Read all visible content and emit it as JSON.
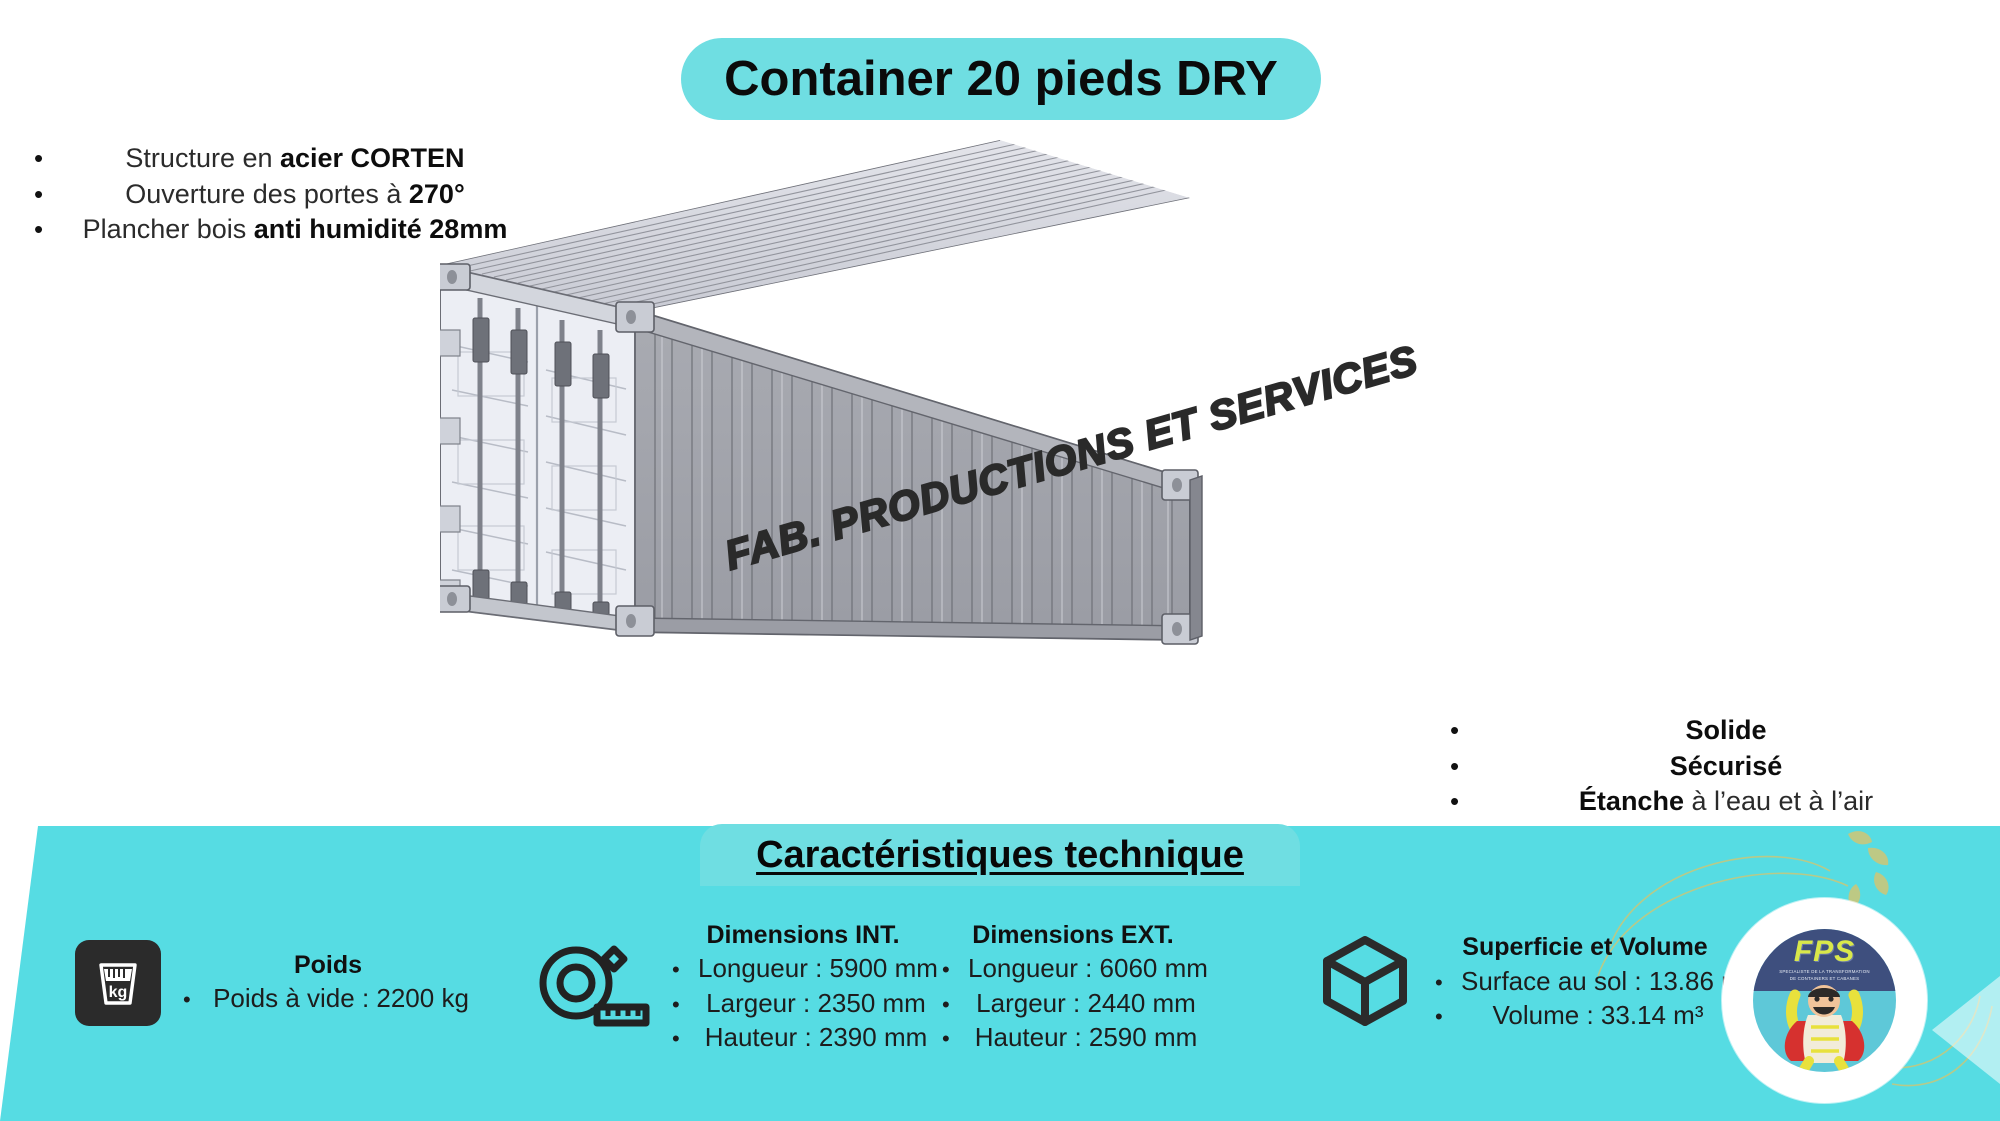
{
  "page": {
    "background_color": "#ffffff",
    "accent_color": "#56dce3",
    "accent_light_color": "#6fdee2",
    "dark_color": "#2b2b2b"
  },
  "title": {
    "text": "Container 20 pieds DRY",
    "pill_color": "#6fdee2"
  },
  "features_left": [
    {
      "bullet": "•",
      "html": "Structure en <b>acier CORTEN</b>",
      "text": "Structure en acier CORTEN"
    },
    {
      "bullet": "•",
      "html": "Ouverture des portes à <b>270°</b>",
      "text": "Ouverture des portes à 270°"
    },
    {
      "bullet": "•",
      "html": "Plancher bois <b>anti humidité 28mm</b>",
      "text": "Plancher bois anti humidité 28mm"
    }
  ],
  "features_right": [
    {
      "bullet": "•",
      "html": "<b>Solide</b>",
      "text": "Solide"
    },
    {
      "bullet": "•",
      "html": "<b>Sécurisé</b>",
      "text": "Sécurisé"
    },
    {
      "bullet": "•",
      "html": "<b>Étanche</b> à l’eau et à l’air",
      "text": "Étanche à l’eau et à l’air"
    }
  ],
  "illustration": {
    "name": "container-3d-drawing",
    "side_text": "FAB. PRODUCTIONS ET SERVICES"
  },
  "subtitle": {
    "text": "Caractéristiques technique"
  },
  "specs": {
    "poids": {
      "icon": "weight-scale-kg-icon",
      "icon_label": "kg",
      "title": "Poids",
      "lines": [
        {
          "bullet": "•",
          "text": "Poids à vide :  2200 kg"
        }
      ]
    },
    "dimensions_int": {
      "icon": "measuring-tape-icon",
      "title": "Dimensions INT.",
      "lines": [
        {
          "bullet": "•",
          "text": "Longueur : 5900 mm"
        },
        {
          "bullet": "•",
          "text": "Largeur : 2350 mm"
        },
        {
          "bullet": "•",
          "text": "Hauteur : 2390 mm"
        }
      ]
    },
    "dimensions_ext": {
      "title": "Dimensions EXT.",
      "lines": [
        {
          "bullet": "•",
          "text": "Longueur : 6060 mm"
        },
        {
          "bullet": "•",
          "text": "Largeur : 2440 mm"
        },
        {
          "bullet": "•",
          "text": "Hauteur : 2590 mm"
        }
      ]
    },
    "volume": {
      "icon": "cube-3d-icon",
      "title": "Superficie et Volume",
      "lines": [
        {
          "bullet": "•",
          "text": "Surface au sol : 13.86 m²"
        },
        {
          "bullet": "•",
          "text": "Volume : 33.14 m³"
        }
      ]
    }
  },
  "logo": {
    "name": "fps-logo",
    "letters": "FPS",
    "tagline_line1": "SPECIALISTE DE LA TRANSFORMATION",
    "tagline_line2": "DE CONTAINERS ET CABANES"
  }
}
